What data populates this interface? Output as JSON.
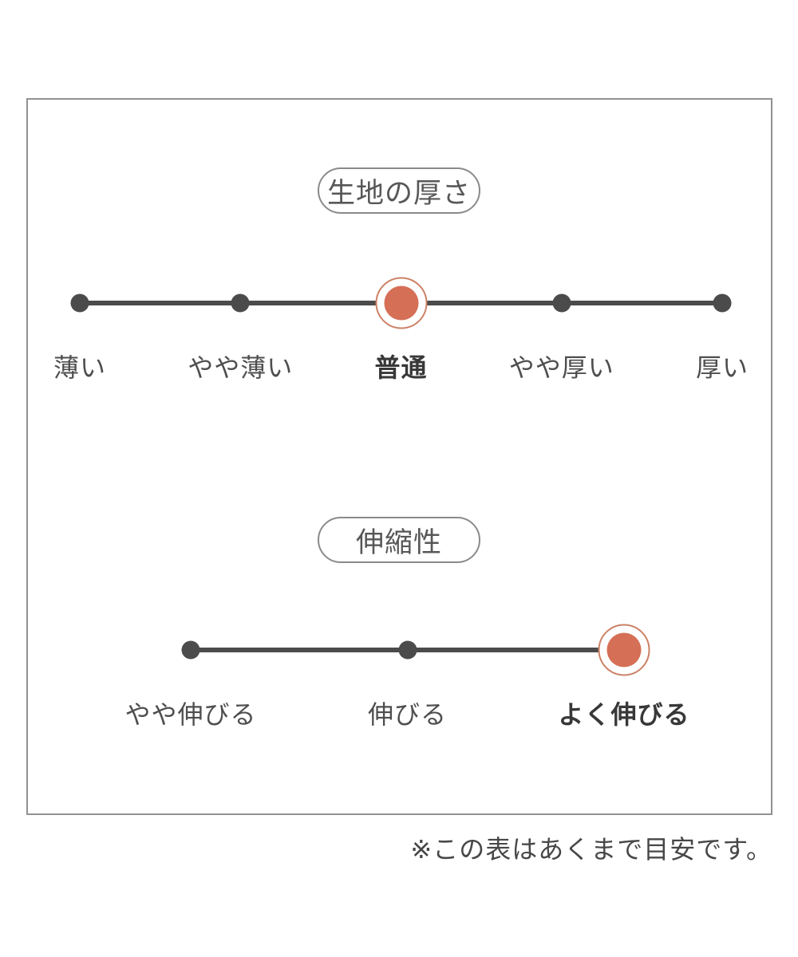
{
  "colors": {
    "line": "#4b4b4b",
    "selected_dot": "#d56f56",
    "selected_ring": "#cc8165",
    "panel_border": "#919191"
  },
  "sections": [
    {
      "id": "fabric-thickness",
      "title": "生地の厚さ",
      "selected_label": "普通",
      "options": [
        {
          "label": "薄い",
          "selected": false
        },
        {
          "label": "やや薄い",
          "selected": false
        },
        {
          "label": "普通",
          "selected": true
        },
        {
          "label": "やや厚い",
          "selected": false
        },
        {
          "label": "厚い",
          "selected": false
        }
      ]
    },
    {
      "id": "stretch",
      "title": "伸縮性",
      "selected_label": "よく伸びる",
      "options": [
        {
          "label": "やや伸びる",
          "selected": false
        },
        {
          "label": "伸びる",
          "selected": false
        },
        {
          "label": "よく伸びる",
          "selected": true
        }
      ]
    }
  ],
  "note": "※この表はあくまで目安です。"
}
